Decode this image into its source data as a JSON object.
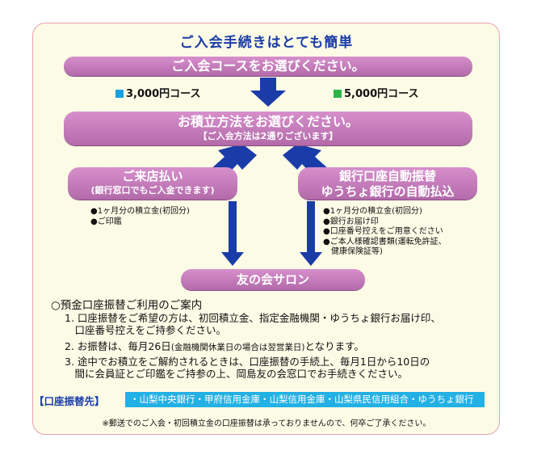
{
  "title": "ご入会手続きはとても簡単",
  "step1": {
    "label": "ご入会コースをお選びください。"
  },
  "courses": [
    {
      "label": "3,000円コース",
      "color": "#1aa0e0"
    },
    {
      "label": "5,000円コース",
      "color": "#2cb64a"
    }
  ],
  "step2": {
    "label": "お積立方法をお選びください。",
    "sub": "【ご入会方法は2通りございます】"
  },
  "method_store": {
    "label": "ご来店払い",
    "sub": "(銀行窓口でもご入金できます)",
    "bullets": [
      "●1ヶ月分の積立金(初回分)",
      "●ご印鑑"
    ]
  },
  "method_bank": {
    "label1": "銀行口座自動振替",
    "label2": "ゆうちょ銀行の自動払込",
    "bullets": [
      "●1ヶ月分の積立金(初回分)",
      "●銀行お届け印",
      "●口座番号控えをご用意ください",
      "●ご本人様確認書類(運転免許証、",
      "　健康保険証等)"
    ]
  },
  "step3": {
    "label": "友の会サロン"
  },
  "guide": {
    "heading": "○預金口座振替ご利用のご案内",
    "items": [
      [
        "1. 口座振替をご希望の方は、初回積立金、指定金融機関・ゆうちょ銀行お届け印、",
        "　口座番号控えをご持参ください。"
      ],
      [
        "2. お振替は、毎月26日",
        "(金融機関休業日の場合は翌営業日)",
        "となります。"
      ],
      [
        "3. 途中でお積立をご解約されるときは、口座振替の手続上、毎月1日から10日の",
        "　間に会員証とご印鑑をご持参の上、岡島友の会窓口でお手続きください。"
      ]
    ]
  },
  "accounts": {
    "label": "【口座振替先】",
    "list": "・山梨中央銀行・甲府信用金庫・山梨信用金庫・山梨県民信用組合・ゆうちょ銀行"
  },
  "note": "※郵送でのご入会・初回積立金の口座振替は承っておりませんので、何卒ご了承ください。",
  "colors": {
    "banner": "#c47bbb",
    "arrow": "#1a3ca8",
    "title": "#1a3ca8",
    "accent_bar": "#23b0e4",
    "card_bg": "#fcfbe6",
    "card_border": "#e8a0b4"
  }
}
